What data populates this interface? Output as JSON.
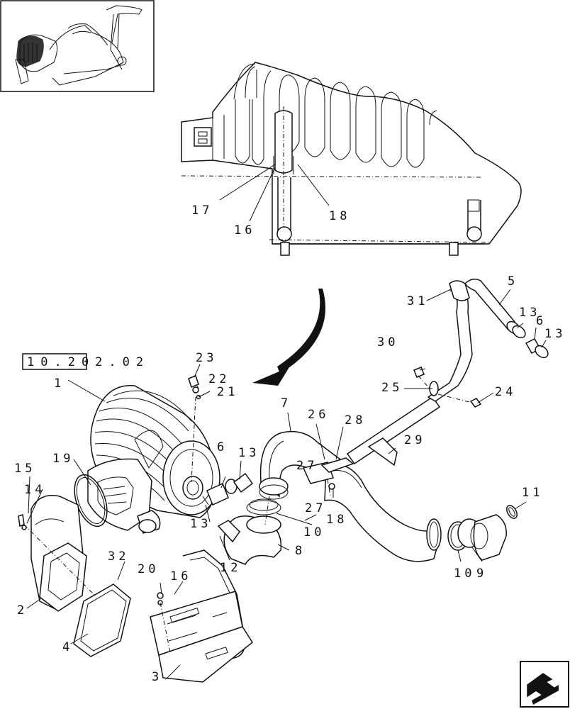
{
  "reference": "10.202.02",
  "callouts": [
    {
      "id": "c1",
      "text": "1"
    },
    {
      "id": "c2",
      "text": "2"
    },
    {
      "id": "c3",
      "text": "3"
    },
    {
      "id": "c4",
      "text": "4"
    },
    {
      "id": "c5",
      "text": "5"
    },
    {
      "id": "c6",
      "text": "6"
    },
    {
      "id": "c6b",
      "text": "6"
    },
    {
      "id": "c7",
      "text": "7"
    },
    {
      "id": "c8",
      "text": "8"
    },
    {
      "id": "c9",
      "text": "9"
    },
    {
      "id": "c10",
      "text": "10"
    },
    {
      "id": "c10b",
      "text": "10"
    },
    {
      "id": "c11",
      "text": "11"
    },
    {
      "id": "c12",
      "text": "12"
    },
    {
      "id": "c13a",
      "text": "13"
    },
    {
      "id": "c13b",
      "text": "13"
    },
    {
      "id": "c13c",
      "text": "13"
    },
    {
      "id": "c13d",
      "text": "13"
    },
    {
      "id": "c14",
      "text": "14"
    },
    {
      "id": "c15",
      "text": "15"
    },
    {
      "id": "c16a",
      "text": "16"
    },
    {
      "id": "c16b",
      "text": "16"
    },
    {
      "id": "c17",
      "text": "17"
    },
    {
      "id": "c18a",
      "text": "18"
    },
    {
      "id": "c18b",
      "text": "18"
    },
    {
      "id": "c19",
      "text": "19"
    },
    {
      "id": "c20",
      "text": "20"
    },
    {
      "id": "c21",
      "text": "21"
    },
    {
      "id": "c22",
      "text": "22"
    },
    {
      "id": "c23",
      "text": "23"
    },
    {
      "id": "c24",
      "text": "24"
    },
    {
      "id": "c25",
      "text": "25"
    },
    {
      "id": "c26",
      "text": "26"
    },
    {
      "id": "c27a",
      "text": "27"
    },
    {
      "id": "c27b",
      "text": "27"
    },
    {
      "id": "c28",
      "text": "28"
    },
    {
      "id": "c29",
      "text": "29"
    },
    {
      "id": "c30",
      "text": "30"
    },
    {
      "id": "c31",
      "text": "31"
    },
    {
      "id": "c32",
      "text": "32"
    }
  ]
}
